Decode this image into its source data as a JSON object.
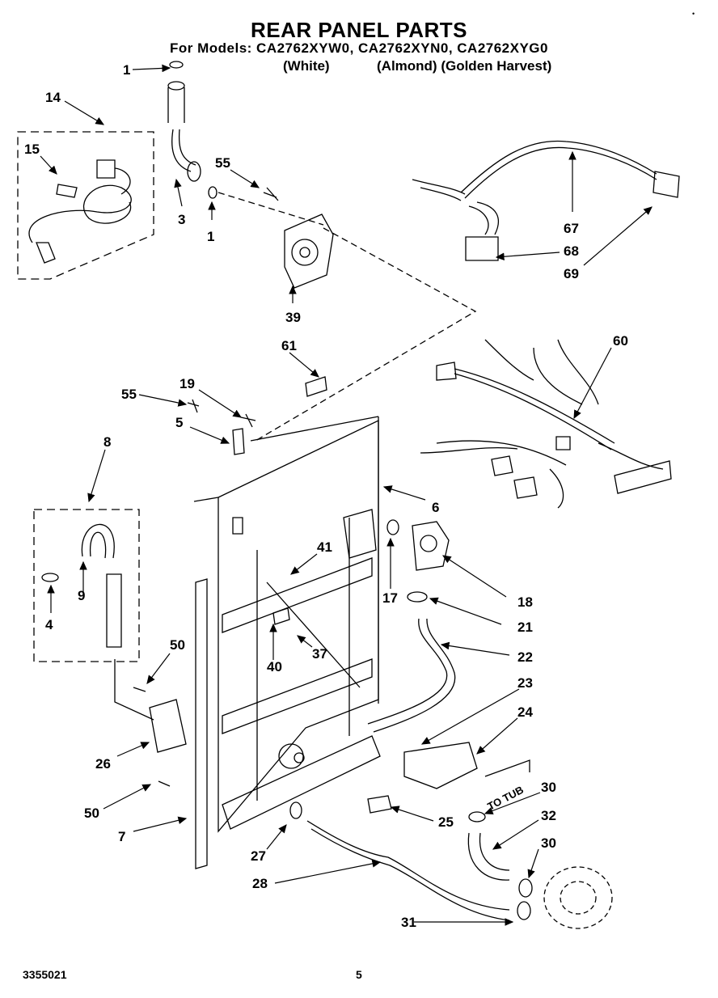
{
  "header": {
    "title": "REAR PANEL PARTS",
    "models_line": "For Models: CA2762XYW0, CA2762XYN0, CA2762XYG0",
    "variant_white": "(White)",
    "variant_almond_golden": "(Almond) (Golden Harvest)"
  },
  "diagram": {
    "callouts": {
      "c1a": "1",
      "c1b": "1",
      "c3": "3",
      "c4": "4",
      "c5": "5",
      "c6": "6",
      "c7": "7",
      "c8": "8",
      "c9": "9",
      "c14": "14",
      "c15": "15",
      "c17": "17",
      "c18": "18",
      "c19": "19",
      "c21": "21",
      "c22": "22",
      "c23": "23",
      "c24": "24",
      "c25": "25",
      "c26": "26",
      "c27": "27",
      "c28": "28",
      "c30a": "30",
      "c30b": "30",
      "c31": "31",
      "c32": "32",
      "c37": "37",
      "c39": "39",
      "c40": "40",
      "c41": "41",
      "c50a": "50",
      "c50b": "50",
      "c55a": "55",
      "c55b": "55",
      "c60": "60",
      "c61": "61",
      "c67": "67",
      "c68": "68",
      "c69": "69"
    },
    "tub_label": "TO TUB"
  },
  "footer": {
    "part_number": "3355021",
    "page_number": "5"
  },
  "corner_mark": "•"
}
